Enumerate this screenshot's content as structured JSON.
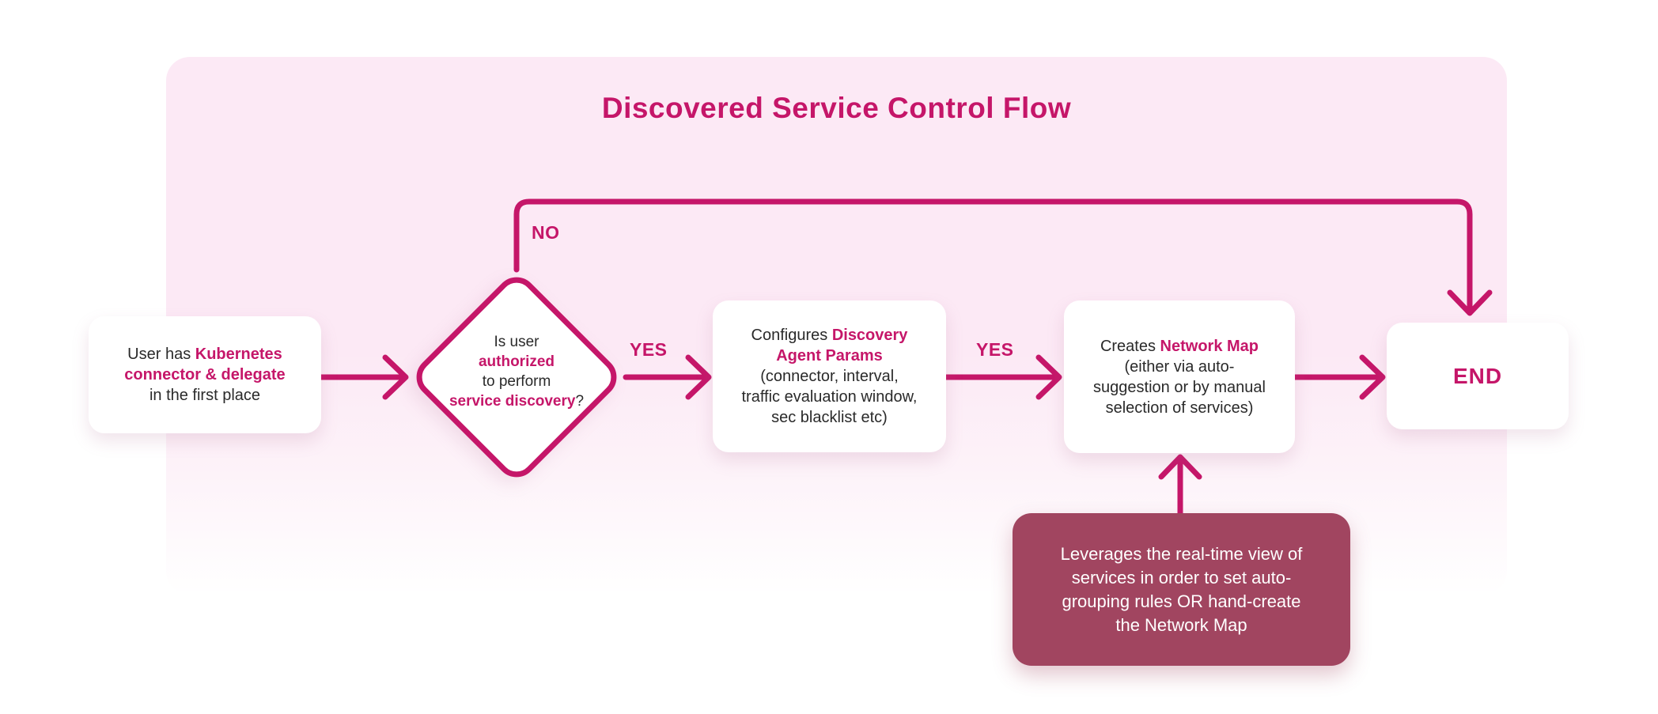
{
  "diagram": {
    "title": "Discovered Service Control Flow",
    "colors": {
      "accent": "#c51669",
      "container_bg": "#fce9f5",
      "node_bg": "#ffffff",
      "node_text": "#2a2a2a",
      "annotation_bg": "#a14560",
      "annotation_text": "#ffffff"
    },
    "nodes": {
      "start": {
        "segments": [
          {
            "t": "User has ",
            "h": false
          },
          {
            "t": "Kubernetes\nconnector & delegate",
            "h": true
          },
          {
            "t": "\nin the first place",
            "h": false
          }
        ]
      },
      "decision": {
        "segments": [
          {
            "t": "Is user\n",
            "h": false
          },
          {
            "t": "authorized",
            "h": true
          },
          {
            "t": "\nto perform\n",
            "h": false
          },
          {
            "t": "service discovery",
            "h": true
          },
          {
            "t": "?",
            "h": false
          }
        ]
      },
      "configure": {
        "segments": [
          {
            "t": "Configures ",
            "h": false
          },
          {
            "t": "Discovery\nAgent Params",
            "h": true
          },
          {
            "t": "\n(connector, interval,\ntraffic evaluation window,\nsec blacklist etc)",
            "h": false
          }
        ]
      },
      "network_map": {
        "segments": [
          {
            "t": "Creates ",
            "h": false
          },
          {
            "t": "Network Map",
            "h": true
          },
          {
            "t": "\n(either via auto-\nsuggestion or by manual\nselection of services)",
            "h": false
          }
        ]
      },
      "end": {
        "label": "END"
      }
    },
    "edge_labels": {
      "no": "NO",
      "yes_1": "YES",
      "yes_2": "YES"
    },
    "annotation": {
      "text": "Leverages the real-time view of\nservices in order to set auto-\ngrouping rules OR hand-create\nthe Network Map"
    }
  }
}
